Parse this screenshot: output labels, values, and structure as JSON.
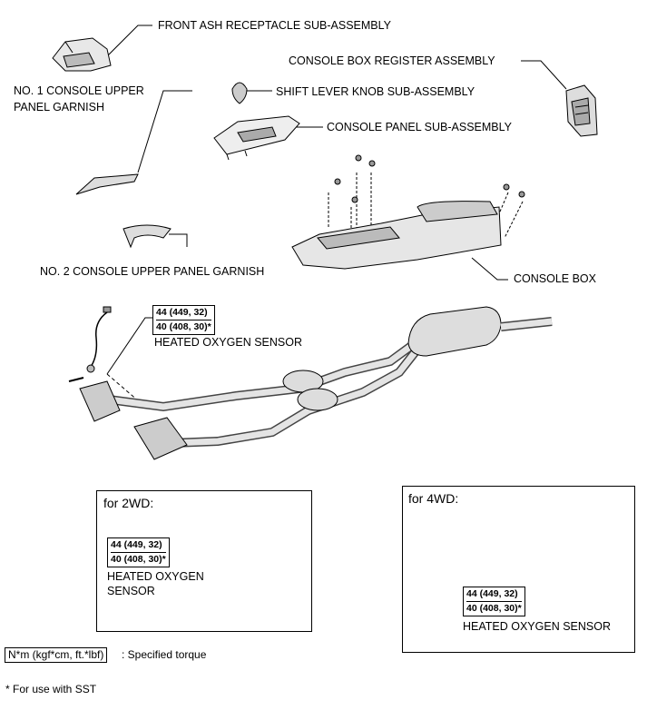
{
  "labels": {
    "front_ash": "FRONT ASH RECEPTACLE SUB-ASSEMBLY",
    "console_register": "CONSOLE BOX REGISTER ASSEMBLY",
    "no1_garnish_line1": "NO. 1 CONSOLE UPPER",
    "no1_garnish_line2": "PANEL GARNISH",
    "shift_knob": "SHIFT LEVER KNOB SUB-ASSEMBLY",
    "console_panel": "CONSOLE PANEL SUB-ASSEMBLY",
    "no2_garnish": "NO. 2 CONSOLE UPPER PANEL GARNISH",
    "console_box": "CONSOLE BOX",
    "heated_o2": "HEATED OXYGEN SENSOR"
  },
  "torque": {
    "line1": "44 (449, 32)",
    "line2": "40 (408, 30)*"
  },
  "panel_2wd": {
    "title": "for 2WD:",
    "sensor_line1": "HEATED OXYGEN",
    "sensor_line2": "SENSOR"
  },
  "panel_4wd": {
    "title": "for 4WD:",
    "sensor_label": "HEATED OXYGEN SENSOR"
  },
  "legend": {
    "unit_box": "N*m (kgf*cm, ft.*lbf)",
    "unit_desc": ": Specified torque",
    "sst_note": "* For use with SST"
  }
}
